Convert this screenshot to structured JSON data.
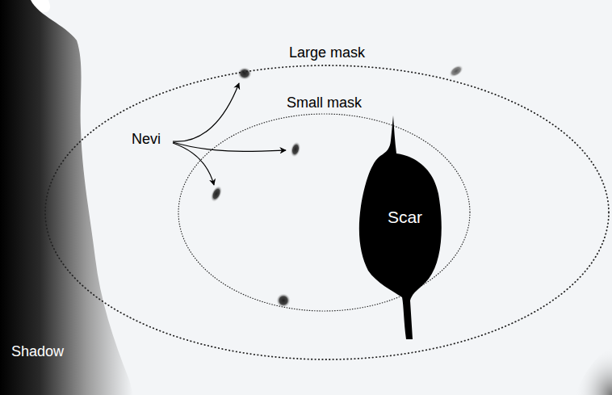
{
  "diagram": {
    "nodes": [
      {
        "text": [
          "Large mask"
        ]
      },
      {
        "text": [
          "Small mask"
        ],
        "in": 0
      },
      {
        "text": [
          "Scar"
        ],
        "in": 1
      },
      {
        "text": [
          "Shadow"
        ]
      }
    ],
    "labels": [
      "Nevi"
    ]
  }
}
